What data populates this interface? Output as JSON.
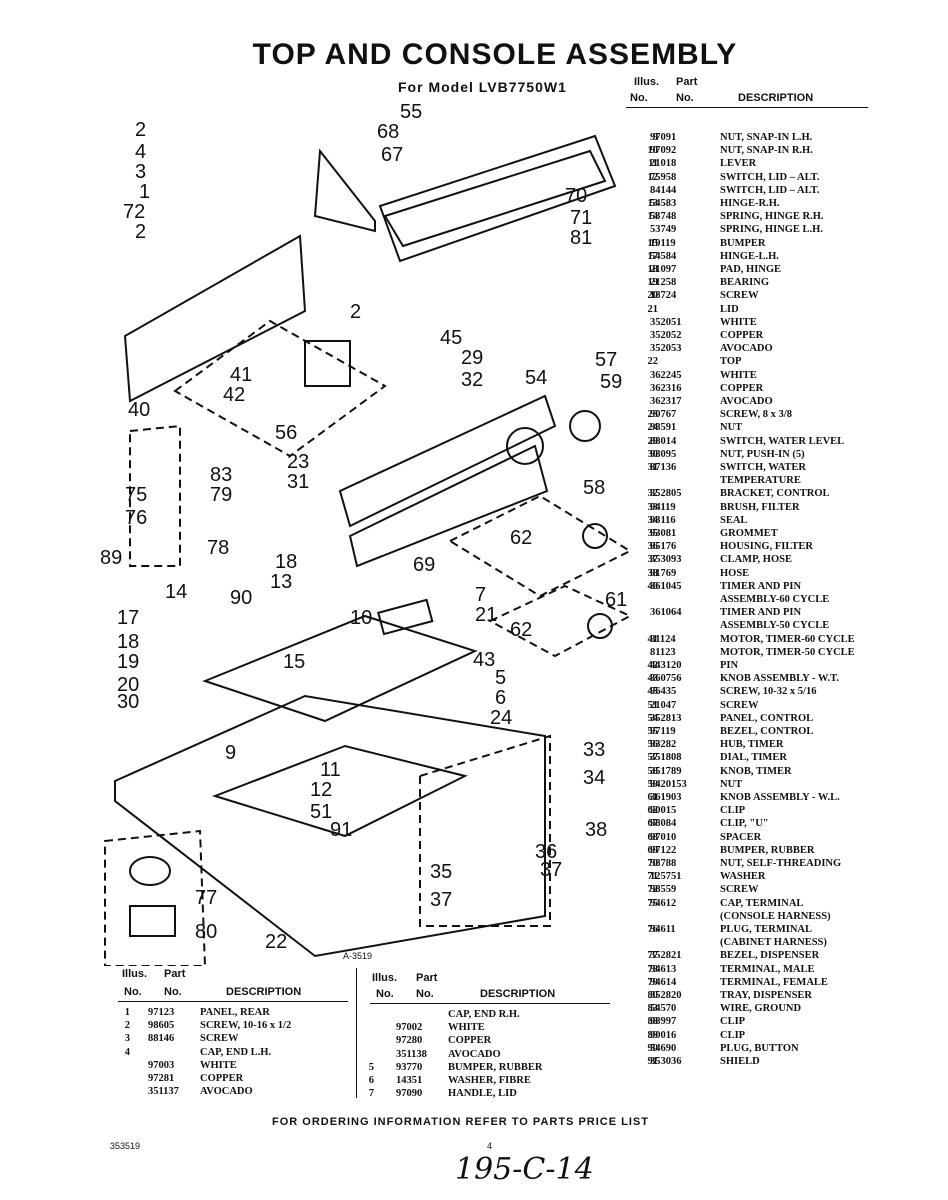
{
  "title": "TOP AND CONSOLE ASSEMBLY",
  "model": "For Model LVB7750W1",
  "headers": {
    "illus1": "Illus.",
    "part1": "Part",
    "no1": "No.",
    "no2": "No.",
    "description": "DESCRIPTION"
  },
  "right_parts": [
    [
      "9",
      "97091",
      "NUT, SNAP-IN L.H."
    ],
    [
      "10",
      "97092",
      "NUT, SNAP-IN R.H."
    ],
    [
      "11",
      "21018",
      "LEVER"
    ],
    [
      "12",
      "75958",
      "SWITCH, LID – ALT."
    ],
    [
      "",
      "84144",
      "SWITCH, LID – ALT."
    ],
    [
      "13",
      "54583",
      "HINGE-R.H."
    ],
    [
      "14",
      "53748",
      "SPRING, HINGE R.H."
    ],
    [
      "",
      "53749",
      "SPRING, HINGE L.H."
    ],
    [
      "15",
      "19119",
      "BUMPER"
    ],
    [
      "17",
      "54584",
      "HINGE-L.H."
    ],
    [
      "18",
      "21097",
      "PAD, HINGE"
    ],
    [
      "19",
      "21258",
      "BEARING"
    ],
    [
      "20",
      "18724",
      "SCREW"
    ],
    [
      "21",
      "",
      "LID"
    ],
    [
      "",
      "352051",
      "WHITE"
    ],
    [
      "",
      "352052",
      "COPPER"
    ],
    [
      "",
      "352053",
      "AVOCADO"
    ],
    [
      "22",
      "",
      "TOP"
    ],
    [
      "",
      "362245",
      "WHITE"
    ],
    [
      "",
      "362316",
      "COPPER"
    ],
    [
      "",
      "362317",
      "AVOCADO"
    ],
    [
      "23",
      "90767",
      "SCREW, 8 x 3/8"
    ],
    [
      "24",
      "98591",
      "NUT"
    ],
    [
      "29",
      "88014",
      "SWITCH, WATER LEVEL"
    ],
    [
      "30",
      "98095",
      "NUT, PUSH-IN (5)"
    ],
    [
      "31",
      "87136",
      "SWITCH, WATER"
    ],
    [
      "",
      "",
      "TEMPERATURE"
    ],
    [
      "32",
      "352805",
      "BRACKET, CONTROL"
    ],
    [
      "33",
      "94119",
      "BRUSH, FILTER"
    ],
    [
      "34",
      "93116",
      "SEAL"
    ],
    [
      "35",
      "93081",
      "GROMMET"
    ],
    [
      "36",
      "95176",
      "HOUSING, FILTER"
    ],
    [
      "37",
      "353093",
      "CLAMP, HOSE"
    ],
    [
      "38",
      "91769",
      "HOSE"
    ],
    [
      "40",
      "361045",
      "TIMER AND PIN"
    ],
    [
      "",
      "",
      "ASSEMBLY-60 CYCLE"
    ],
    [
      "",
      "361064",
      "TIMER AND PIN"
    ],
    [
      "",
      "",
      "ASSEMBLY-50 CYCLE"
    ],
    [
      "41",
      "81124",
      "MOTOR, TIMER-60 CYCLE"
    ],
    [
      "",
      "81123",
      "MOTOR, TIMER-50 CYCLE"
    ],
    [
      "42",
      "443120",
      "PIN"
    ],
    [
      "43",
      "360756",
      "KNOB ASSEMBLY - W.T."
    ],
    [
      "45",
      "96435",
      "SCREW, 10-32 x 5/16"
    ],
    [
      "51",
      "21047",
      "SCREW"
    ],
    [
      "54",
      "352813",
      "PANEL, CONTROL"
    ],
    [
      "55",
      "97119",
      "BEZEL, CONTROL"
    ],
    [
      "56",
      "93282",
      "HUB, TIMER"
    ],
    [
      "57",
      "351808",
      "DIAL, TIMER"
    ],
    [
      "58",
      "351789",
      "KNOB, TIMER"
    ],
    [
      "59",
      "9420153",
      "NUT"
    ],
    [
      "61",
      "361903",
      "KNOB ASSEMBLY - W.L."
    ],
    [
      "62",
      "90015",
      "CLIP"
    ],
    [
      "67",
      "98084",
      "CLIP, \"U\""
    ],
    [
      "68",
      "97010",
      "SPACER"
    ],
    [
      "69",
      "97122",
      "BUMPER, RUBBER"
    ],
    [
      "70",
      "98788",
      "NUT, SELF-THREADING"
    ],
    [
      "71",
      "125751",
      "WASHER"
    ],
    [
      "72",
      "98559",
      "SCREW"
    ],
    [
      "75",
      "94612",
      "CAP, TERMINAL"
    ],
    [
      "",
      "",
      "(CONSOLE HARNESS)"
    ],
    [
      "76",
      "94611",
      "PLUG, TERMINAL"
    ],
    [
      "",
      "",
      "(CABINET HARNESS)"
    ],
    [
      "77",
      "352821",
      "BEZEL, DISPENSER"
    ],
    [
      "78",
      "94613",
      "TERMINAL, MALE"
    ],
    [
      "79",
      "94614",
      "TERMINAL, FEMALE"
    ],
    [
      "80",
      "352820",
      "TRAY, DISPENSER"
    ],
    [
      "83",
      "54570",
      "WIRE, GROUND"
    ],
    [
      "88",
      "98997",
      "CLIP"
    ],
    [
      "89",
      "90016",
      "CLIP"
    ],
    [
      "90",
      "54690",
      "PLUG, BUTTON"
    ],
    [
      "91",
      "353036",
      "SHIELD"
    ]
  ],
  "bottom_left_parts": [
    [
      "1",
      "97123",
      "PANEL, REAR"
    ],
    [
      "2",
      "98605",
      "SCREW, 10-16 x 1/2"
    ],
    [
      "3",
      "88146",
      "SCREW"
    ],
    [
      "4",
      "",
      "CAP, END L.H."
    ],
    [
      "",
      "97003",
      "WHITE"
    ],
    [
      "",
      "97281",
      "COPPER"
    ],
    [
      "",
      "351137",
      "AVOCADO"
    ]
  ],
  "bottom_mid_parts": [
    [
      "",
      "",
      "CAP, END R.H."
    ],
    [
      "",
      "97002",
      "WHITE"
    ],
    [
      "",
      "97280",
      "COPPER"
    ],
    [
      "",
      "351138",
      "AVOCADO"
    ],
    [
      "5",
      "93770",
      "BUMPER, RUBBER"
    ],
    [
      "6",
      "14351",
      "WASHER, FIBRE"
    ],
    [
      "7",
      "97090",
      "HANDLE, LID"
    ]
  ],
  "figure_code": "A-3519",
  "footer": "FOR ORDERING INFORMATION REFER TO PARTS PRICE LIST",
  "doc_number": "353519",
  "page_number": "4",
  "handwritten_note": "195-C-14",
  "callouts": [
    "2",
    "68",
    "67",
    "55",
    "4",
    "3",
    "1",
    "72",
    "2",
    "70",
    "71",
    "81",
    "2",
    "45",
    "41",
    "42",
    "29",
    "32",
    "54",
    "57",
    "59",
    "56",
    "40",
    "23",
    "31",
    "75",
    "83",
    "79",
    "76",
    "89",
    "78",
    "58",
    "62",
    "69",
    "18",
    "13",
    "14",
    "90",
    "7",
    "21",
    "17",
    "10",
    "18",
    "19",
    "15",
    "61",
    "62",
    "43",
    "5",
    "6",
    "20",
    "30",
    "24",
    "9",
    "33",
    "34",
    "11",
    "12",
    "51",
    "91",
    "38",
    "36",
    "35",
    "37",
    "37",
    "77",
    "80",
    "22"
  ]
}
